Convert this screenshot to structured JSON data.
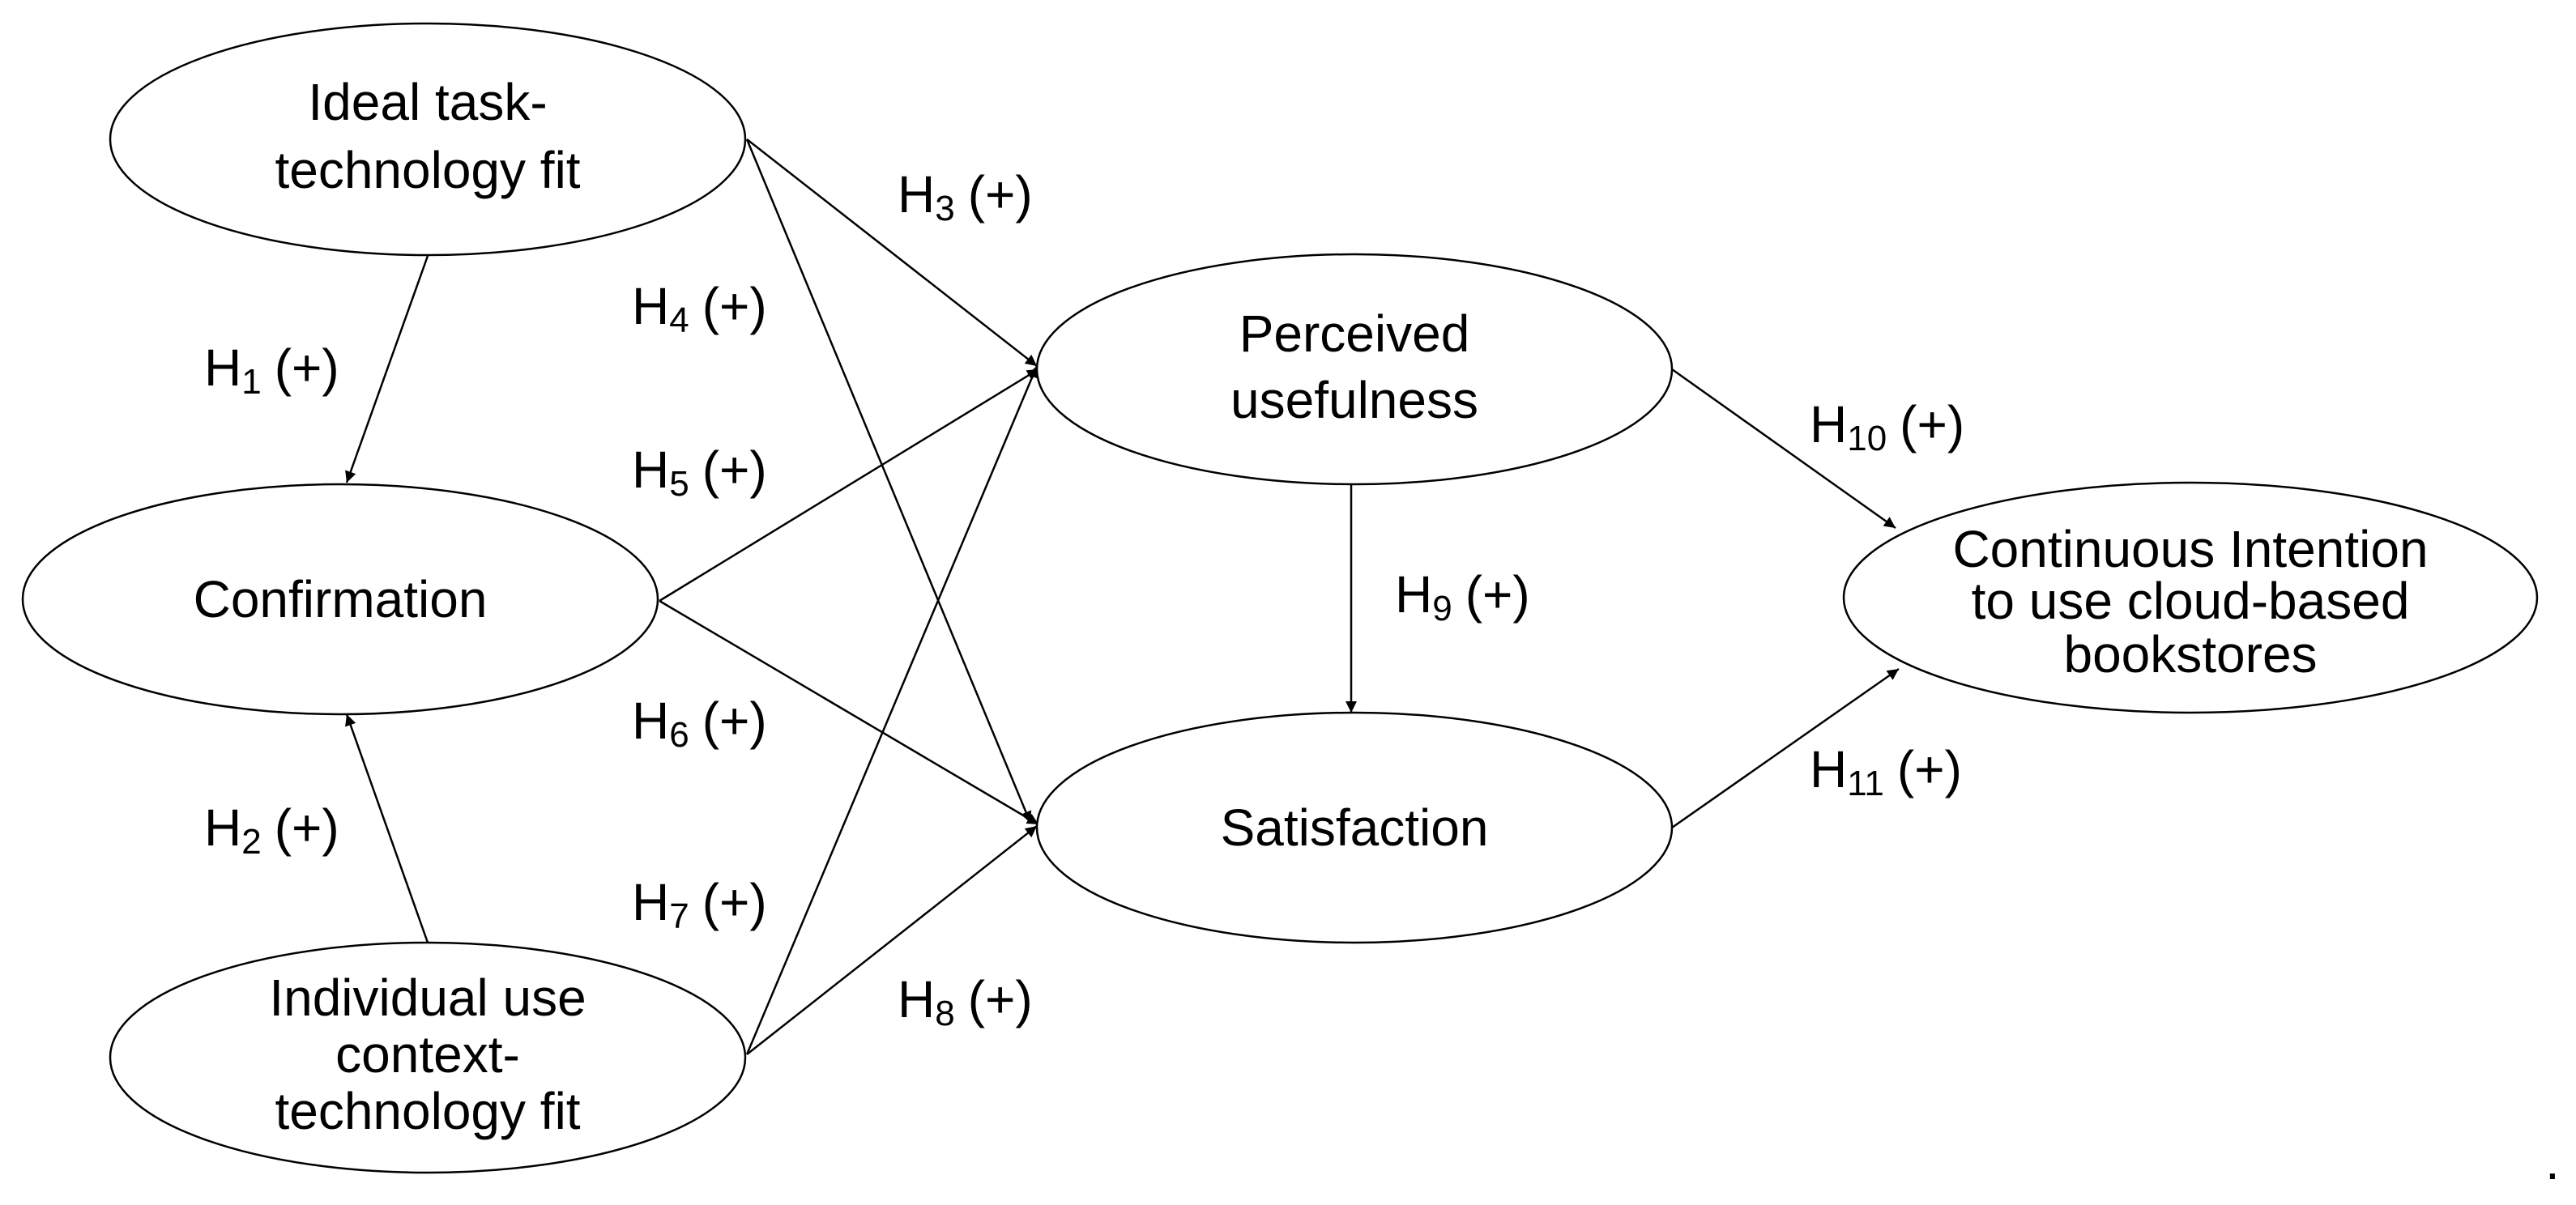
{
  "nodes": {
    "ideal_ttf": {
      "lines": [
        "Ideal task-",
        "technology fit"
      ]
    },
    "confirmation": {
      "lines": [
        "Confirmation"
      ]
    },
    "individual_uctf": {
      "lines": [
        "Individual use",
        "context-",
        "technology fit"
      ]
    },
    "perceived_usefulness": {
      "lines": [
        "Perceived",
        "usefulness"
      ]
    },
    "satisfaction": {
      "lines": [
        "Satisfaction"
      ]
    },
    "continuous_intention": {
      "lines": [
        "Continuous Intention",
        "to use cloud-based",
        "bookstores"
      ]
    }
  },
  "hypotheses": [
    {
      "id": "h1",
      "letter": "H",
      "number": "1",
      "sign": "(+)",
      "from": "ideal_ttf",
      "to": "confirmation"
    },
    {
      "id": "h2",
      "letter": "H",
      "number": "2",
      "sign": "(+)",
      "from": "individual_uctf",
      "to": "confirmation"
    },
    {
      "id": "h3",
      "letter": "H",
      "number": "3",
      "sign": "(+)",
      "from": "ideal_ttf",
      "to": "perceived_usefulness"
    },
    {
      "id": "h4",
      "letter": "H",
      "number": "4",
      "sign": "(+)",
      "from": "ideal_ttf",
      "to": "satisfaction"
    },
    {
      "id": "h5",
      "letter": "H",
      "number": "5",
      "sign": "(+)",
      "from": "confirmation",
      "to": "perceived_usefulness"
    },
    {
      "id": "h6",
      "letter": "H",
      "number": "6",
      "sign": "(+)",
      "from": "confirmation",
      "to": "satisfaction"
    },
    {
      "id": "h7",
      "letter": "H",
      "number": "7",
      "sign": "(+)",
      "from": "individual_uctf",
      "to": "perceived_usefulness"
    },
    {
      "id": "h8",
      "letter": "H",
      "number": "8",
      "sign": "(+)",
      "from": "individual_uctf",
      "to": "satisfaction"
    },
    {
      "id": "h9",
      "letter": "H",
      "number": "9",
      "sign": "(+)",
      "from": "perceived_usefulness",
      "to": "satisfaction"
    },
    {
      "id": "h10",
      "letter": "H",
      "number": "10",
      "sign": "(+)",
      "from": "perceived_usefulness",
      "to": "continuous_intention"
    },
    {
      "id": "h11",
      "letter": "H",
      "number": "11",
      "sign": "(+)",
      "from": "satisfaction",
      "to": "continuous_intention"
    }
  ],
  "footer": {
    "mark": "."
  }
}
